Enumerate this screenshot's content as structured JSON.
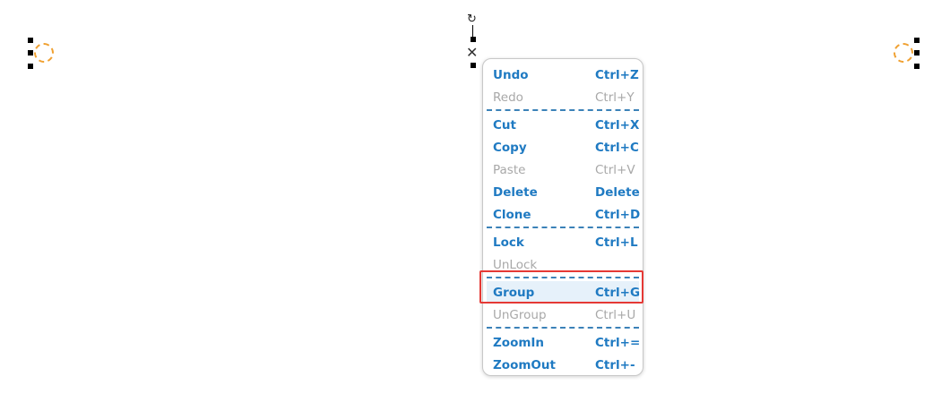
{
  "menu": {
    "groups": [
      [
        {
          "label": "Undo",
          "shortcut": "Ctrl+Z",
          "enabled": true
        },
        {
          "label": "Redo",
          "shortcut": "Ctrl+Y",
          "enabled": false
        }
      ],
      [
        {
          "label": "Cut",
          "shortcut": "Ctrl+X",
          "enabled": true
        },
        {
          "label": "Copy",
          "shortcut": "Ctrl+C",
          "enabled": true
        },
        {
          "label": "Paste",
          "shortcut": "Ctrl+V",
          "enabled": false
        },
        {
          "label": "Delete",
          "shortcut": "Delete",
          "enabled": true
        },
        {
          "label": "Clone",
          "shortcut": "Ctrl+D",
          "enabled": true
        }
      ],
      [
        {
          "label": "Lock",
          "shortcut": "Ctrl+L",
          "enabled": true
        },
        {
          "label": "UnLock",
          "shortcut": "",
          "enabled": false
        }
      ],
      [
        {
          "label": "Group",
          "shortcut": "Ctrl+G",
          "enabled": true,
          "highlighted": true
        },
        {
          "label": "UnGroup",
          "shortcut": "Ctrl+U",
          "enabled": false
        }
      ],
      [
        {
          "label": "ZoomIn",
          "shortcut": "Ctrl+=",
          "enabled": true
        },
        {
          "label": "ZoomOut",
          "shortcut": "Ctrl+-",
          "enabled": true
        }
      ]
    ]
  },
  "canvas": {
    "icons": {
      "rotate": "rotate-icon",
      "center": "center-cross-icon",
      "shape": "dashed-circle-shape"
    }
  },
  "colors": {
    "enabled_text": "#1f7ac2",
    "disabled_text": "#a8a8a8",
    "separator": "#3b82b8",
    "highlight_border": "#e53935",
    "shape_stroke": "#f0a030"
  }
}
